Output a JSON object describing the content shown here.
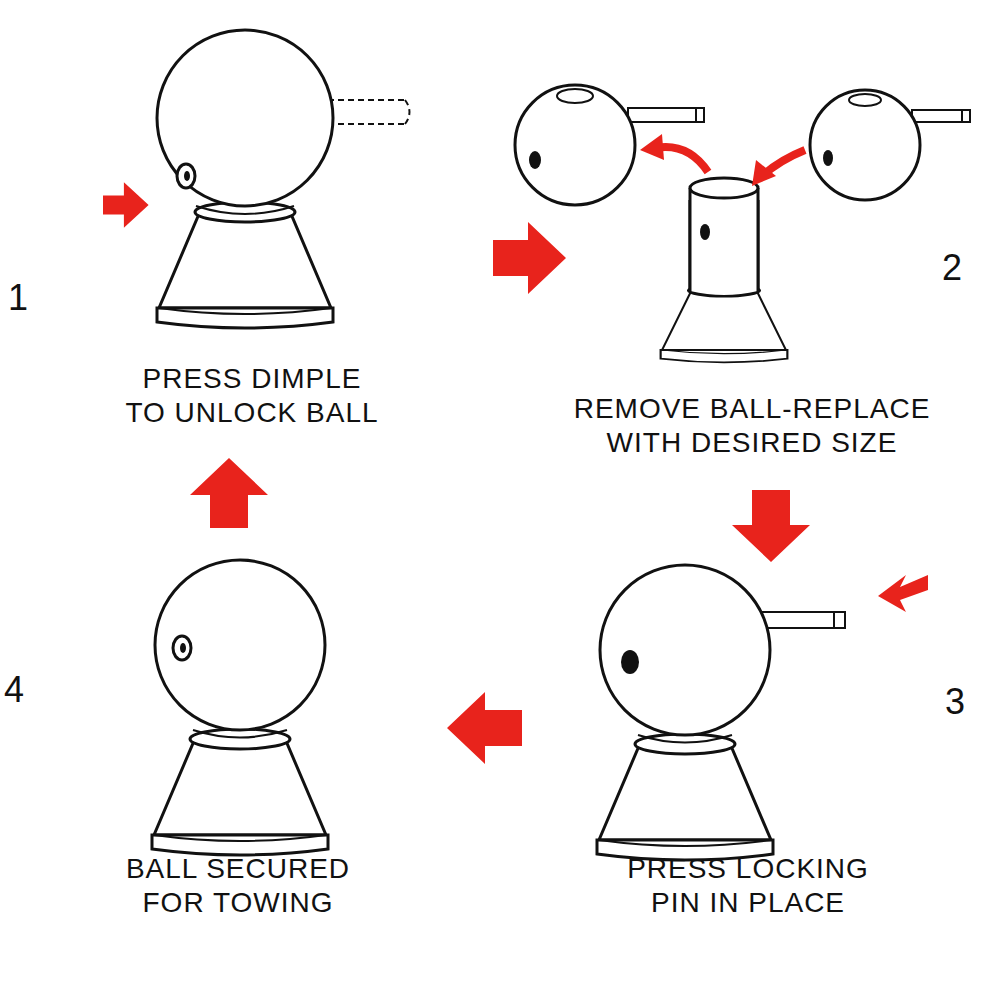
{
  "diagram": {
    "labels": [
      "1",
      "PRESS DIMPLE TO UNLOCK BALL",
      "2",
      "REMOVE BALL-REPLACE WITH DESIRED SIZE",
      "3",
      "PRESS LOCKING PIN IN PLACE",
      "4",
      "BALL SECURED FOR TOWING"
    ]
  }
}
